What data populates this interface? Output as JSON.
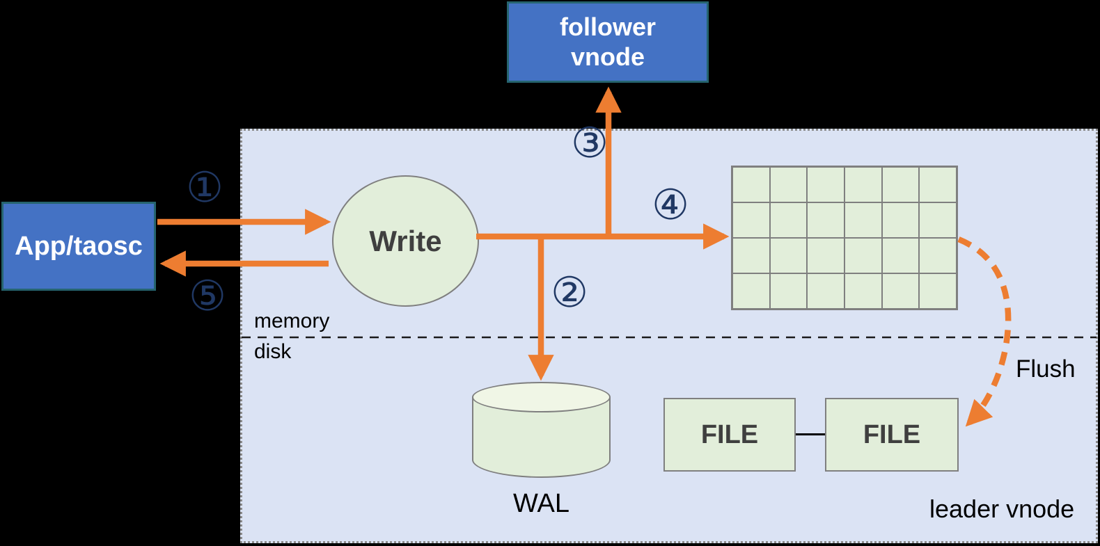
{
  "diagram": {
    "region_label": "leader vnode",
    "memory_label": "memory",
    "disk_label": "disk",
    "flush_label": "Flush",
    "nodes": {
      "app": "App/taosc",
      "follower": "follower\nvnode",
      "write": "Write",
      "wal": "WAL",
      "file1": "FILE",
      "file2": "FILE"
    },
    "steps": {
      "s1": "①",
      "s2": "②",
      "s3": "③",
      "s4": "④",
      "s5": "⑤"
    },
    "grid": {
      "rows": 4,
      "cols": 6
    },
    "colors": {
      "node_blue": "#4472C4",
      "node_blue_border": "#26646F",
      "shape_green": "#E2EEDA",
      "shape_border_gray": "#7F7F7F",
      "region_lavender": "#DBE3F4",
      "arrow_orange": "#ED7D31",
      "step_navy": "#203864"
    }
  }
}
